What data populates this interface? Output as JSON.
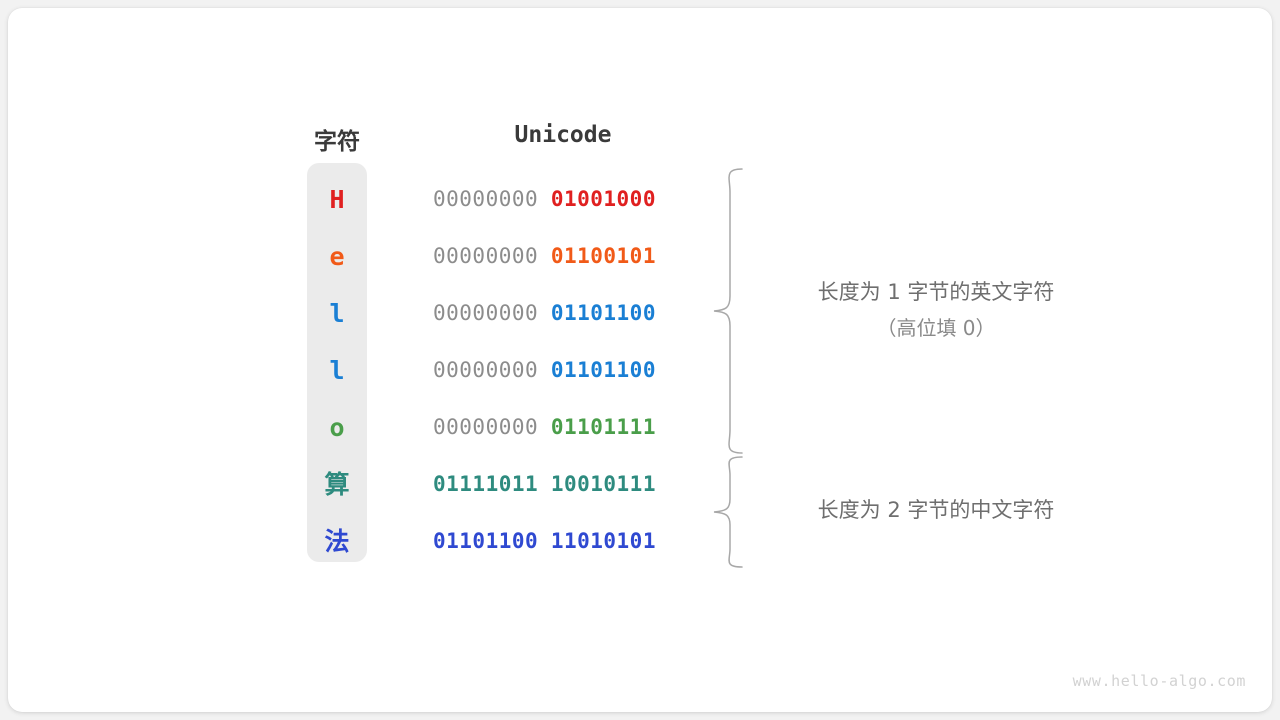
{
  "watermark": "www.hello-algo.com",
  "headers": {
    "character": "字符",
    "unicode": "Unicode"
  },
  "colors": {
    "red": "#e02020",
    "orange": "#f15a18",
    "blue": "#1a7fd4",
    "green": "#4a9e4a",
    "teal": "#2e8b7f",
    "royal_blue": "#2f49d1",
    "gray_high_byte": "#8c8c8c",
    "panel_bg": "#ebebeb",
    "card_bg": "#ffffff",
    "page_bg": "#f2f2f2",
    "header_text": "#3a3a3a",
    "annotation_text": "#6e6e6e",
    "brace_stroke": "#a8a8a8"
  },
  "rows": [
    {
      "char": "H",
      "color": "#e02020",
      "high_byte": "00000000",
      "low_byte": "01001000",
      "high_emphasized": false
    },
    {
      "char": "e",
      "color": "#f15a18",
      "high_byte": "00000000",
      "low_byte": "01100101",
      "high_emphasized": false
    },
    {
      "char": "l",
      "color": "#1a7fd4",
      "high_byte": "00000000",
      "low_byte": "01101100",
      "high_emphasized": false
    },
    {
      "char": "l",
      "color": "#1a7fd4",
      "high_byte": "00000000",
      "low_byte": "01101100",
      "high_emphasized": false
    },
    {
      "char": "o",
      "color": "#4a9e4a",
      "high_byte": "00000000",
      "low_byte": "01101111",
      "high_emphasized": false
    },
    {
      "char": "算",
      "color": "#2e8b7f",
      "high_byte": "01111011",
      "low_byte": "10010111",
      "high_emphasized": true
    },
    {
      "char": "法",
      "color": "#2f49d1",
      "high_byte": "01101100",
      "low_byte": "11010101",
      "high_emphasized": true
    }
  ],
  "annotations": [
    {
      "line1": "长度为 1 字节的英文字符",
      "line2": "（高位填 0）"
    },
    {
      "line1": "长度为 2 字节的中文字符",
      "line2": ""
    }
  ]
}
